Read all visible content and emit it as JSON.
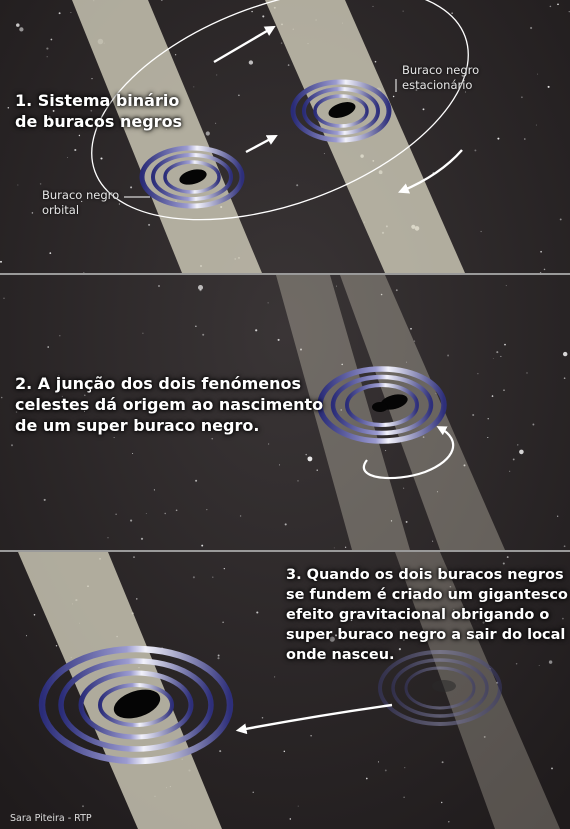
{
  "panels": [
    {
      "title_lines": [
        "1. Sistema binário",
        "de buracos negros"
      ],
      "labels": {
        "stationary_lines": [
          "Buraco negro",
          "estacionário"
        ],
        "orbital_lines": [
          "Buraco negro",
          "orbital"
        ]
      }
    },
    {
      "title_lines": [
        "2. A junção dos dois fenómenos",
        "celestes dá origem ao nascimento",
        "de um super buraco negro."
      ]
    },
    {
      "title_lines": [
        "3. Quando os dois buracos negros",
        "se fundem é criado um gigantesco",
        "efeito gravitacional obrigando o",
        "super buraco negro a sair do local",
        "onde nasceu."
      ]
    }
  ],
  "credit": "Sara Piteira - RTP",
  "colors": {
    "space": "#262223",
    "beam": "#d6d2bf",
    "ring": "#2e2f7a",
    "divider": "#9a9a9a",
    "text": "#ffffff"
  }
}
